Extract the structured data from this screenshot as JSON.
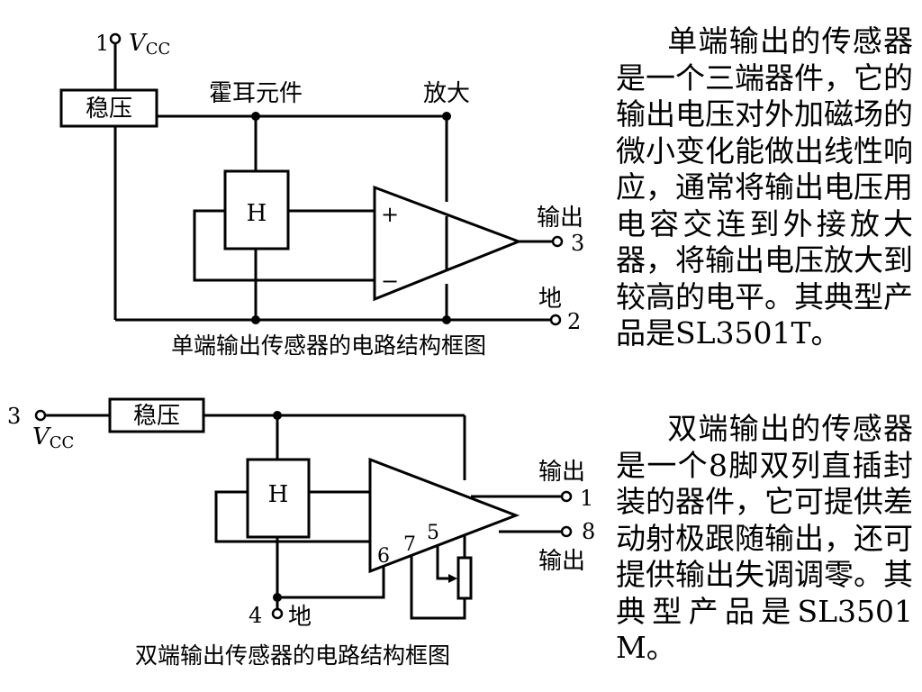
{
  "diagram1": {
    "caption": "单端输出传感器的电路结构框图",
    "vcc_pin": "1",
    "vcc_label": "V",
    "vcc_sub": "CC",
    "regulator": "稳压",
    "hall_label": "霍耳元件",
    "amp_label": "放大",
    "hall_box": "H",
    "plus": "+",
    "minus": "−",
    "output_label": "输出",
    "output_pin": "3",
    "ground_label": "地",
    "ground_pin": "2"
  },
  "diagram2": {
    "caption": "双端输出传感器的电路结构框图",
    "vcc_pin": "3",
    "vcc_label": "V",
    "vcc_sub": "CC",
    "regulator": "稳压",
    "hall_box": "H",
    "output1_label": "输出",
    "output1_pin": "1",
    "output2_label": "输出",
    "output2_pin": "8",
    "pin6": "6",
    "pin7": "7",
    "pin5": "5",
    "ground_pin": "4",
    "ground_label": "地"
  },
  "paragraphs": [
    "单端输出的传感器是一个三端器件，它的输出电压对外加磁场的微小变化能做出线性响应，通常将输出电压用电容交连到外接放大器，将输出电压放大到较高的电平。其典型产品是SL3501T。",
    "双端输出的传感器是一个8脚双列直插封装的器件，它可提供差动射极跟随输出，还可提供输出失调调零。其典型产品是SL3501M。"
  ]
}
